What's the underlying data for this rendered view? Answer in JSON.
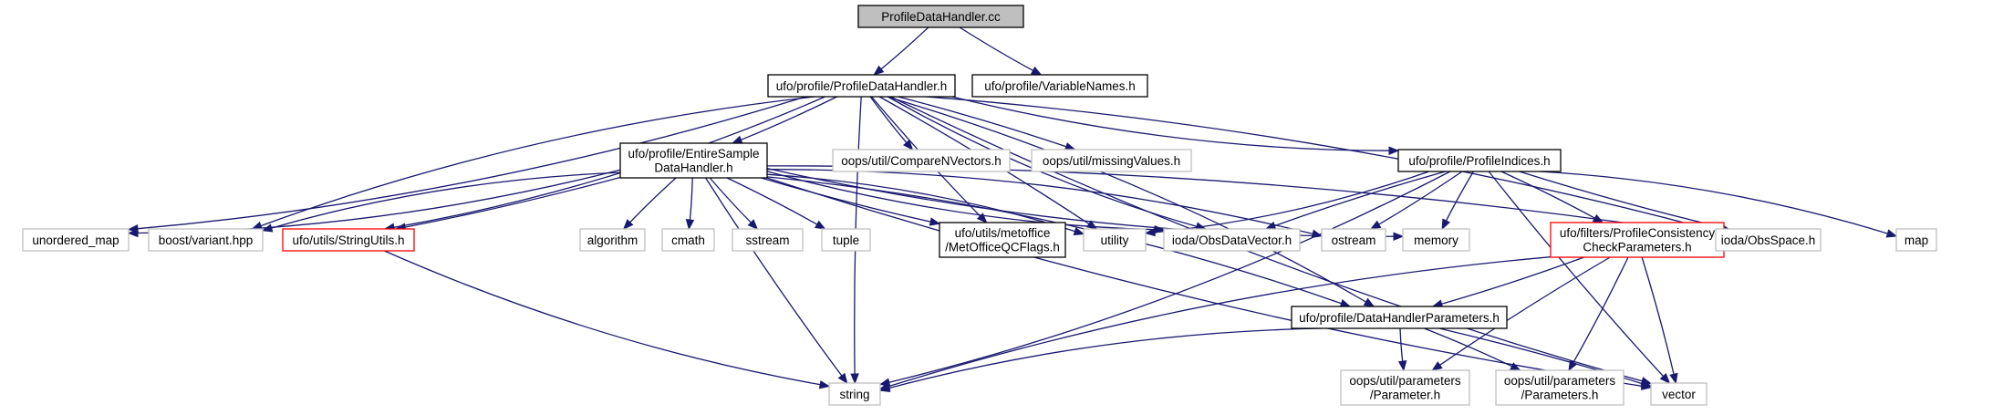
{
  "diagram": {
    "colors": {
      "edge": "#191970",
      "border_normal": "#000000",
      "border_external": "#bfbfbf",
      "border_incomplete": "#ff0000",
      "fill_root": "#bfbfbf",
      "fill_normal": "#ffffff",
      "text_external": "#404040"
    },
    "nodes": [
      {
        "id": "root",
        "kind": "root",
        "lines": [
          "ProfileDataHandler.cc"
        ]
      },
      {
        "id": "pdh",
        "kind": "normal",
        "lines": [
          "ufo/profile/ProfileDataHandler.h"
        ]
      },
      {
        "id": "varnames",
        "kind": "normal",
        "lines": [
          "ufo/profile/VariableNames.h"
        ]
      },
      {
        "id": "esdh",
        "kind": "normal",
        "lines": [
          "ufo/profile/EntireSample",
          "DataHandler.h"
        ]
      },
      {
        "id": "comparen",
        "kind": "external",
        "lines": [
          "oops/util/CompareNVectors.h"
        ]
      },
      {
        "id": "missing",
        "kind": "external",
        "lines": [
          "oops/util/missingValues.h"
        ]
      },
      {
        "id": "pindices",
        "kind": "normal",
        "lines": [
          "ufo/profile/ProfileIndices.h"
        ]
      },
      {
        "id": "umap",
        "kind": "external",
        "lines": [
          "unordered_map"
        ]
      },
      {
        "id": "bvariant",
        "kind": "external",
        "lines": [
          "boost/variant.hpp"
        ]
      },
      {
        "id": "strutils",
        "kind": "incomplete",
        "lines": [
          "ufo/utils/StringUtils.h"
        ]
      },
      {
        "id": "algorithm",
        "kind": "external",
        "lines": [
          "algorithm"
        ]
      },
      {
        "id": "cmath",
        "kind": "external",
        "lines": [
          "cmath"
        ]
      },
      {
        "id": "sstream",
        "kind": "external",
        "lines": [
          "sstream"
        ]
      },
      {
        "id": "tuple",
        "kind": "external",
        "lines": [
          "tuple"
        ]
      },
      {
        "id": "metoffice",
        "kind": "normal",
        "lines": [
          "ufo/utils/metoffice",
          "/MetOfficeQCFlags.h"
        ]
      },
      {
        "id": "utility",
        "kind": "external",
        "lines": [
          "utility"
        ]
      },
      {
        "id": "obsdatavec",
        "kind": "external",
        "lines": [
          "ioda/ObsDataVector.h"
        ]
      },
      {
        "id": "ostream",
        "kind": "external",
        "lines": [
          "ostream"
        ]
      },
      {
        "id": "memory",
        "kind": "external",
        "lines": [
          "memory"
        ]
      },
      {
        "id": "pccp",
        "kind": "incomplete",
        "lines": [
          "ufo/filters/ProfileConsistency",
          "CheckParameters.h"
        ]
      },
      {
        "id": "obsspace",
        "kind": "external",
        "lines": [
          "ioda/ObsSpace.h"
        ]
      },
      {
        "id": "map",
        "kind": "external",
        "lines": [
          "map"
        ]
      },
      {
        "id": "vector",
        "kind": "external",
        "lines": [
          "vector"
        ]
      },
      {
        "id": "dhparams",
        "kind": "normal",
        "lines": [
          "ufo/profile/DataHandlerParameters.h"
        ]
      },
      {
        "id": "string",
        "kind": "external",
        "lines": [
          "string"
        ]
      },
      {
        "id": "oparam",
        "kind": "external",
        "lines": [
          "oops/util/parameters",
          "/Parameter.h"
        ]
      },
      {
        "id": "oparams",
        "kind": "external",
        "lines": [
          "oops/util/parameters",
          "/Parameters.h"
        ]
      }
    ],
    "edges": [
      [
        "root",
        "pdh"
      ],
      [
        "root",
        "varnames"
      ],
      [
        "pdh",
        "esdh"
      ],
      [
        "pdh",
        "comparen"
      ],
      [
        "pdh",
        "missing"
      ],
      [
        "pdh",
        "pindices"
      ],
      [
        "pdh",
        "umap"
      ],
      [
        "pdh",
        "bvariant"
      ],
      [
        "pdh",
        "strutils"
      ],
      [
        "pdh",
        "metoffice"
      ],
      [
        "pdh",
        "utility"
      ],
      [
        "pdh",
        "obsdatavec"
      ],
      [
        "pdh",
        "obsspace"
      ],
      [
        "pdh",
        "vector"
      ],
      [
        "pdh",
        "dhparams"
      ],
      [
        "pdh",
        "string"
      ],
      [
        "esdh",
        "umap"
      ],
      [
        "esdh",
        "bvariant"
      ],
      [
        "esdh",
        "strutils"
      ],
      [
        "esdh",
        "algorithm"
      ],
      [
        "esdh",
        "cmath"
      ],
      [
        "esdh",
        "sstream"
      ],
      [
        "esdh",
        "tuple"
      ],
      [
        "esdh",
        "metoffice"
      ],
      [
        "esdh",
        "utility"
      ],
      [
        "esdh",
        "obsdatavec"
      ],
      [
        "esdh",
        "ostream"
      ],
      [
        "esdh",
        "memory"
      ],
      [
        "esdh",
        "obsspace"
      ],
      [
        "esdh",
        "vector"
      ],
      [
        "esdh",
        "dhparams"
      ],
      [
        "esdh",
        "string"
      ],
      [
        "pindices",
        "utility"
      ],
      [
        "pindices",
        "obsdatavec"
      ],
      [
        "pindices",
        "ostream"
      ],
      [
        "pindices",
        "memory"
      ],
      [
        "pindices",
        "pccp"
      ],
      [
        "pindices",
        "obsspace"
      ],
      [
        "pindices",
        "map"
      ],
      [
        "pindices",
        "vector"
      ],
      [
        "pindices",
        "string"
      ],
      [
        "strutils",
        "string"
      ],
      [
        "pccp",
        "dhparams"
      ],
      [
        "pccp",
        "string"
      ],
      [
        "pccp",
        "vector"
      ],
      [
        "pccp",
        "oparam"
      ],
      [
        "pccp",
        "oparams"
      ],
      [
        "dhparams",
        "string"
      ],
      [
        "dhparams",
        "vector"
      ],
      [
        "dhparams",
        "oparam"
      ],
      [
        "dhparams",
        "oparams"
      ]
    ]
  }
}
